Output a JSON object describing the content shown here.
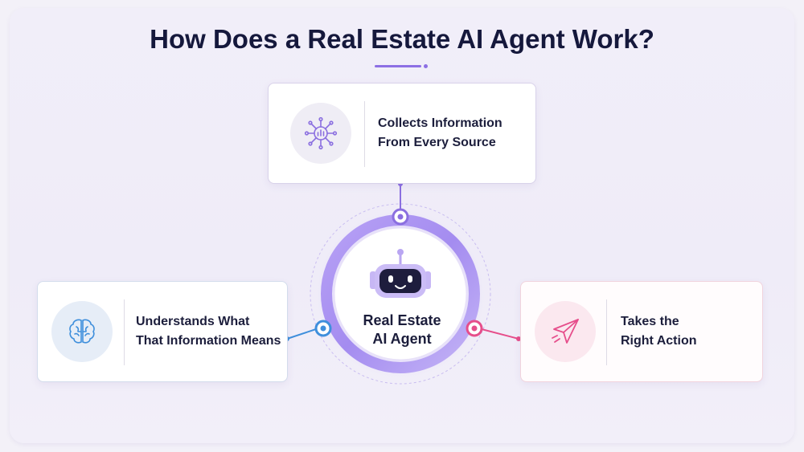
{
  "title": "How Does a Real Estate AI Agent Work?",
  "center": {
    "label_line1": "Real Estate",
    "label_line2": "AI Agent",
    "icon": "robot-icon"
  },
  "steps": [
    {
      "id": "collect",
      "line1": "Collects Information",
      "line2": "From Every Source",
      "icon": "network-chart-icon",
      "accent": "#8b6fe0"
    },
    {
      "id": "understand",
      "line1": "Understands What",
      "line2": "That Information Means",
      "icon": "brain-icon",
      "accent": "#3f8fdc"
    },
    {
      "id": "act",
      "line1": "Takes the",
      "line2": "Right Action",
      "icon": "paper-plane-icon",
      "accent": "#e64e8b"
    }
  ]
}
